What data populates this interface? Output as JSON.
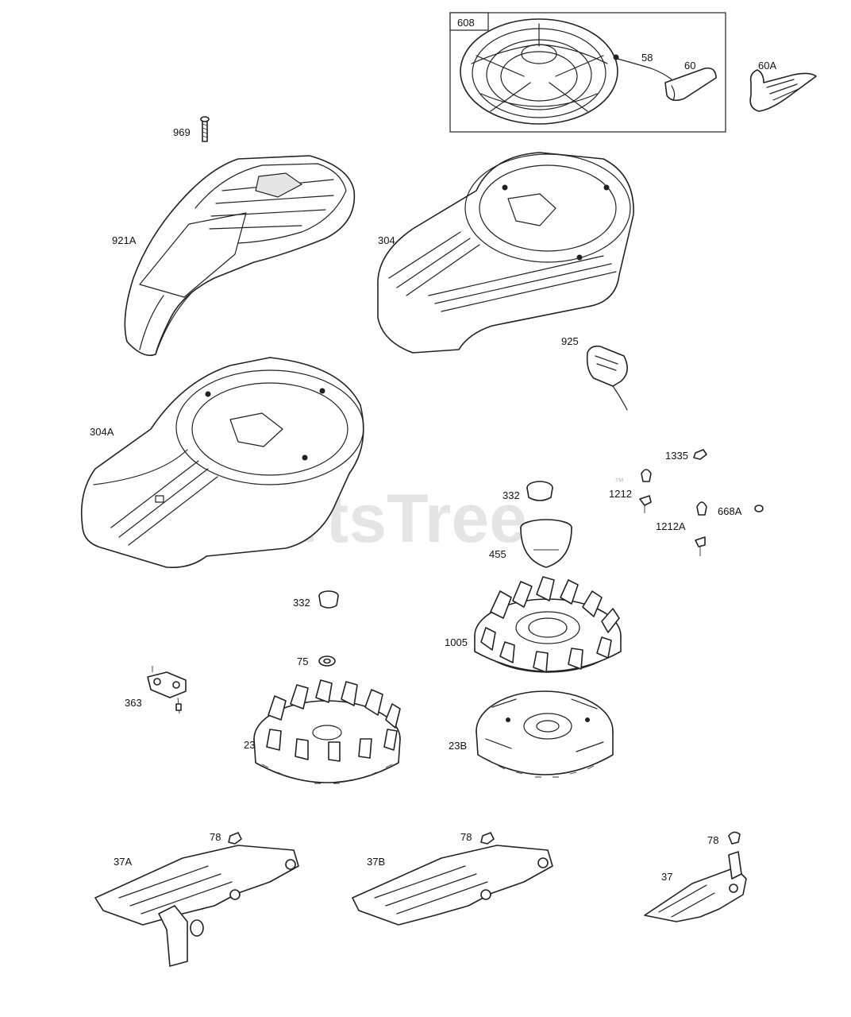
{
  "watermark": {
    "text": "PartsTree",
    "trademark": "™"
  },
  "labels": {
    "p608": "608",
    "p58": "58",
    "p60": "60",
    "p60a": "60A",
    "p969": "969",
    "p921a": "921A",
    "p304": "304",
    "p925": "925",
    "p304a": "304A",
    "p1335": "1335",
    "p1212": "1212",
    "p668a": "668A",
    "p1212a": "1212A",
    "p332_upper": "332",
    "p455": "455",
    "p332_lower": "332",
    "p1005": "1005",
    "p75": "75",
    "p363": "363",
    "p23": "23",
    "p23b": "23B",
    "p78_left": "78",
    "p37a": "37A",
    "p78_middle": "78",
    "p37b": "37B",
    "p78_right": "78",
    "p37": "37"
  },
  "colors": {
    "line": "#222222",
    "watermark": "#cfcfcf",
    "background": "#ffffff"
  }
}
